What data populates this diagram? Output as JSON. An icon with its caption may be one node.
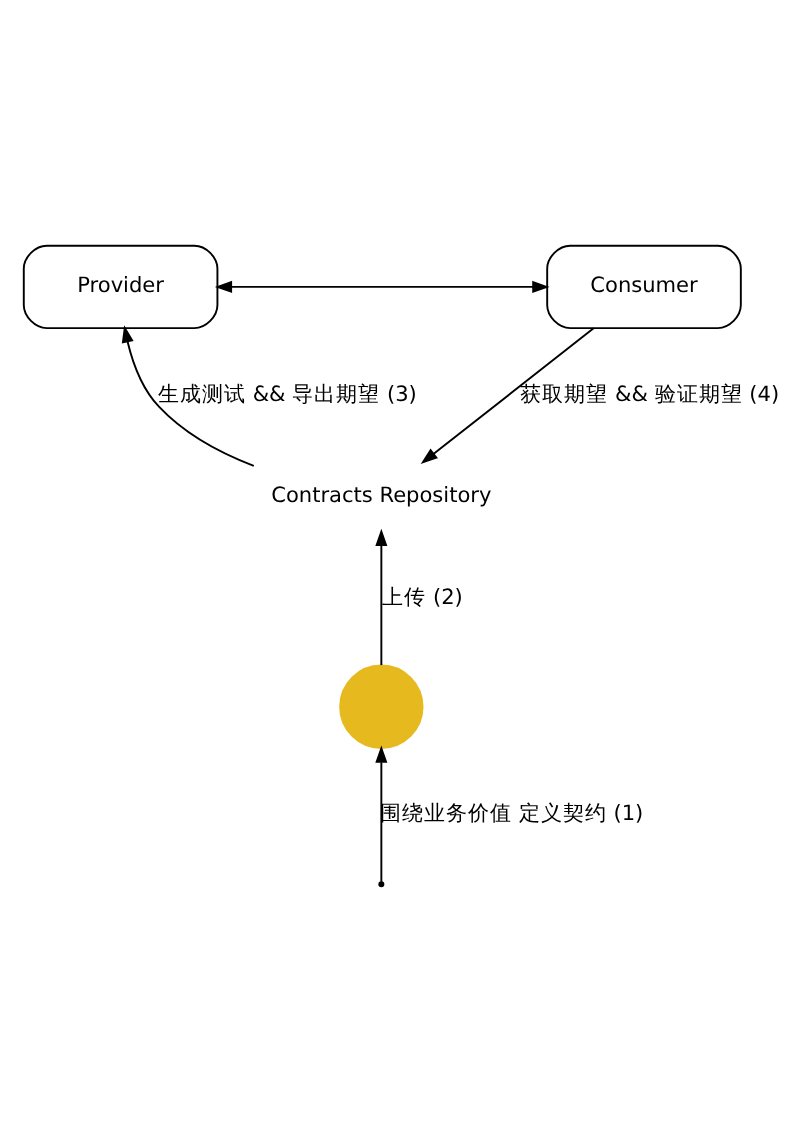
{
  "diagram": {
    "nodes": [
      {
        "text": [
          "Contracts Repository"
        ]
      },
      {
        "text": [],
        "shape": "circle"
      },
      {
        "text": [
          "Provider"
        ]
      },
      {
        "text": [
          "Consumer"
        ]
      }
    ],
    "edges": [
      {
        "from": 2,
        "to": 3,
        "arrow": "both"
      },
      {
        "from": null,
        "to": 1,
        "arrow": "to",
        "label": "围绕业务价值 定义契约 (1)"
      },
      {
        "from": 1,
        "to": 0,
        "arrow": "to",
        "label": "上传 (2)"
      },
      {
        "from": 0,
        "to": 2,
        "arrow": "to",
        "label": "生成测试 && 导出期望 (3)"
      },
      {
        "from": 3,
        "to": 0,
        "arrow": "to",
        "label": "获取期望 && 验证期望 (4)"
      }
    ]
  }
}
